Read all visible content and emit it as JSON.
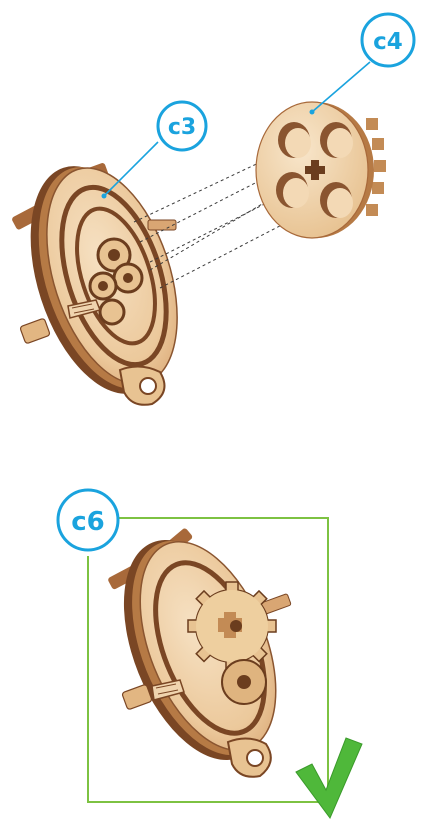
{
  "labels": {
    "c3": "c3",
    "c4": "c4",
    "c6": "c6"
  },
  "colors": {
    "label_blue": "#1aa3de",
    "frame_green": "#7dc242",
    "check_green": "#4fb83a",
    "wood_light": "#f0d4ae",
    "wood_mid": "#d9a673",
    "wood_dark": "#8a5530",
    "wood_edge": "#6b3d1e"
  },
  "icons": {
    "check": "checkmark-icon"
  }
}
